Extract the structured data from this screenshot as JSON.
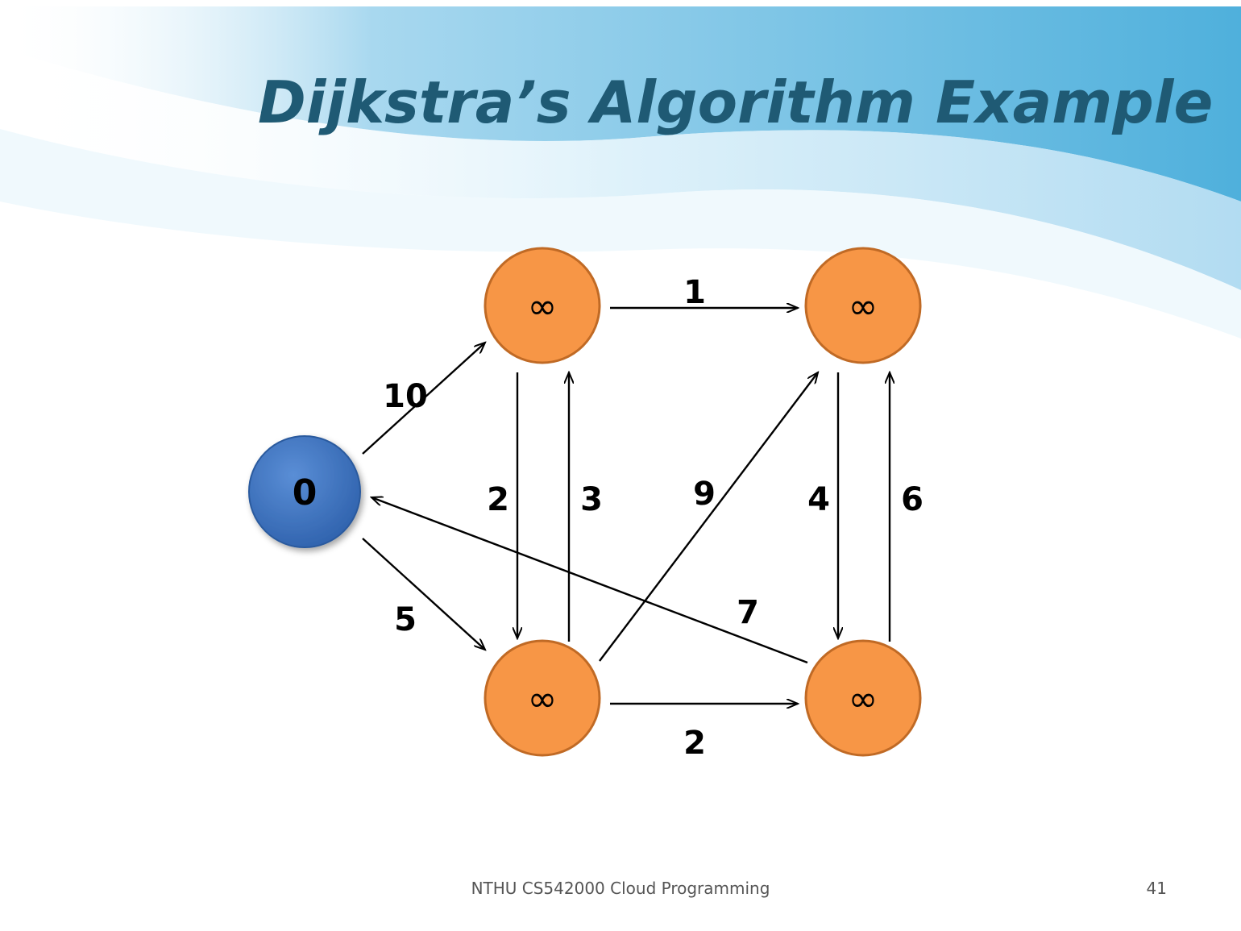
{
  "slide": {
    "title": "Dijkstra’s Algorithm Example",
    "footer": "NTHU CS542000 Cloud Programming",
    "page_number": "41"
  },
  "colors": {
    "title": "#1f5a74",
    "source_node": "#3f74c4",
    "node": "#f79646",
    "node_border": "#c06a25",
    "edge": "#000000",
    "banner": "#5eb6df"
  },
  "graph": {
    "nodes": [
      {
        "id": "s",
        "label": "0"
      },
      {
        "id": "u",
        "label": "∞"
      },
      {
        "id": "v",
        "label": "∞"
      },
      {
        "id": "x",
        "label": "∞"
      },
      {
        "id": "y",
        "label": "∞"
      }
    ],
    "edges": [
      {
        "from": "s",
        "to": "u",
        "weight": "10"
      },
      {
        "from": "s",
        "to": "x",
        "weight": "5"
      },
      {
        "from": "u",
        "to": "v",
        "weight": "1"
      },
      {
        "from": "u",
        "to": "x",
        "weight": "2"
      },
      {
        "from": "x",
        "to": "u",
        "weight": "3"
      },
      {
        "from": "x",
        "to": "v",
        "weight": "9"
      },
      {
        "from": "x",
        "to": "y",
        "weight": "2"
      },
      {
        "from": "v",
        "to": "y",
        "weight": "4"
      },
      {
        "from": "y",
        "to": "v",
        "weight": "6"
      },
      {
        "from": "y",
        "to": "s",
        "weight": "7"
      }
    ]
  }
}
